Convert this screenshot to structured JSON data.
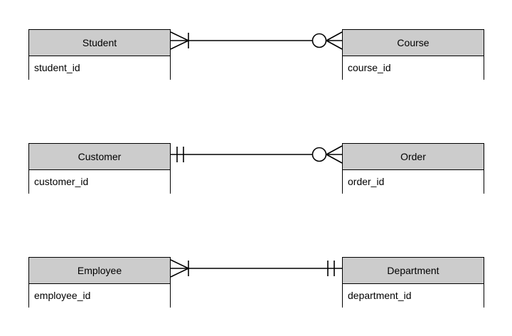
{
  "diagram": {
    "type": "entity-relationship-diagram",
    "notation": "crow's foot",
    "background_color": "#ffffff",
    "entity_header_color": "#cccccc",
    "entity_body_color": "#ffffff",
    "line_color": "#000000",
    "relationships": [
      {
        "id": "student-course",
        "left": {
          "entity": "Student",
          "attribute": "student_id",
          "cardinality_symbol": "one-or-many",
          "marker": "crowsfoot-bar"
        },
        "right": {
          "entity": "Course",
          "attribute": "course_id",
          "cardinality_symbol": "zero-or-many",
          "marker": "circle-crowsfoot"
        }
      },
      {
        "id": "customer-order",
        "left": {
          "entity": "Customer",
          "attribute": "customer_id",
          "cardinality_symbol": "exactly-one",
          "marker": "double-bar"
        },
        "right": {
          "entity": "Order",
          "attribute": "order_id",
          "cardinality_symbol": "zero-or-many",
          "marker": "circle-crowsfoot"
        }
      },
      {
        "id": "employee-department",
        "left": {
          "entity": "Employee",
          "attribute": "employee_id",
          "cardinality_symbol": "one-or-many",
          "marker": "crowsfoot-bar"
        },
        "right": {
          "entity": "Department",
          "attribute": "department_id",
          "cardinality_symbol": "exactly-one",
          "marker": "double-bar"
        }
      }
    ]
  }
}
